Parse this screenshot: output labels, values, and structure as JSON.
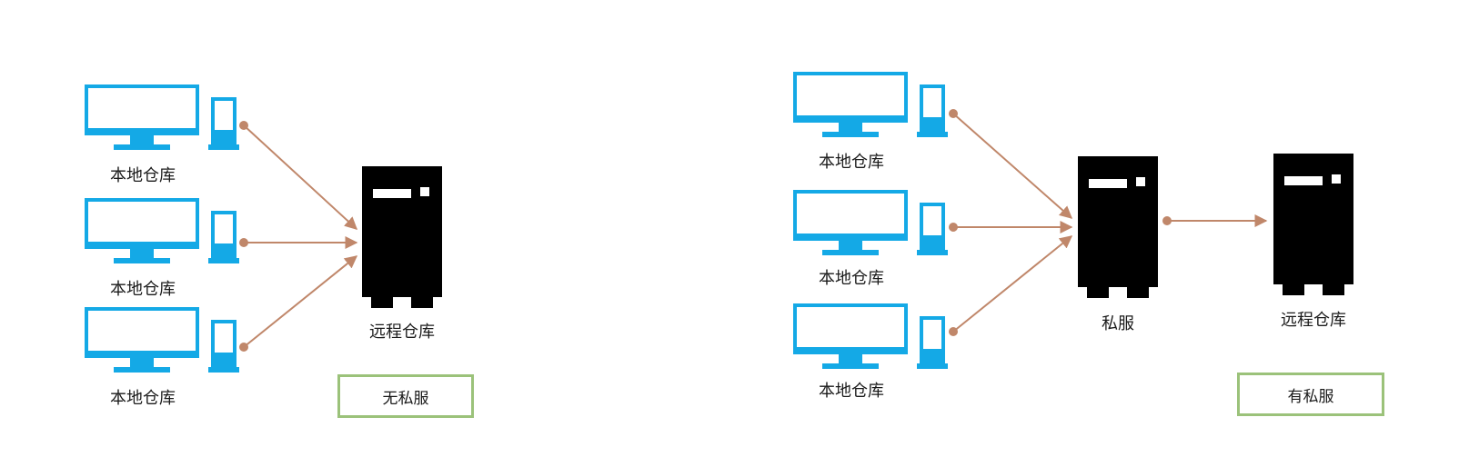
{
  "left_diagram": {
    "local_repos": [
      "本地仓库",
      "本地仓库",
      "本地仓库"
    ],
    "remote_label": "远程仓库",
    "caption": "无私服"
  },
  "right_diagram": {
    "local_repos": [
      "本地仓库",
      "本地仓库",
      "本地仓库"
    ],
    "private_server_label": "私服",
    "remote_label": "远程仓库",
    "caption": "有私服"
  },
  "colors": {
    "monitor": "#14a9e6",
    "server": "#000000",
    "arrow": "#c0876a",
    "caption_border": "#9bc27a"
  },
  "icons": {
    "computer": "desktop-computer-icon",
    "server": "server-tower-icon"
  }
}
